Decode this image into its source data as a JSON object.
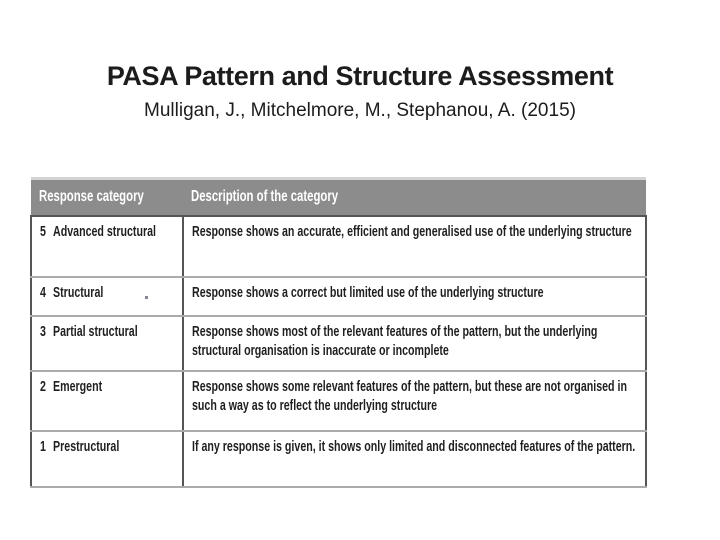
{
  "slide": {
    "title": "PASA Pattern and Structure Assessment",
    "subtitle": "Mulligan, J., Mitchelmore, M., Stephanou, A. (2015)"
  },
  "table": {
    "columns": [
      "Response category",
      "Description of the category"
    ],
    "rows": [
      {
        "level": "5",
        "category": "Advanced structural",
        "description": "Response shows an accurate, efficient and generalised use of the underlying structure"
      },
      {
        "level": "4",
        "category": "Structural",
        "description": "Response shows a correct but limited use of the underlying structure"
      },
      {
        "level": "3",
        "category": "Partial structural",
        "description": "Response shows most of the relevant features of the pattern, but the underlying structural organisation is inaccurate or incomplete"
      },
      {
        "level": "2",
        "category": "Emergent",
        "description": "Response shows some relevant features of the pattern, but these are not organised in such a way as to reflect the underlying structure"
      },
      {
        "level": "1",
        "category": "Prestructural",
        "description": "If any response is given, it shows only limited and disconnected features of the pattern."
      }
    ]
  },
  "colors": {
    "background": "#ffffff",
    "title_text": "#1c1c1c",
    "header_bg": "#8c8c8c",
    "header_text": "#ffffff",
    "body_text": "#1f1f1f",
    "border_dark": "#555555",
    "border_light": "#ababab",
    "border_top_strip": "#d4d4d4"
  }
}
